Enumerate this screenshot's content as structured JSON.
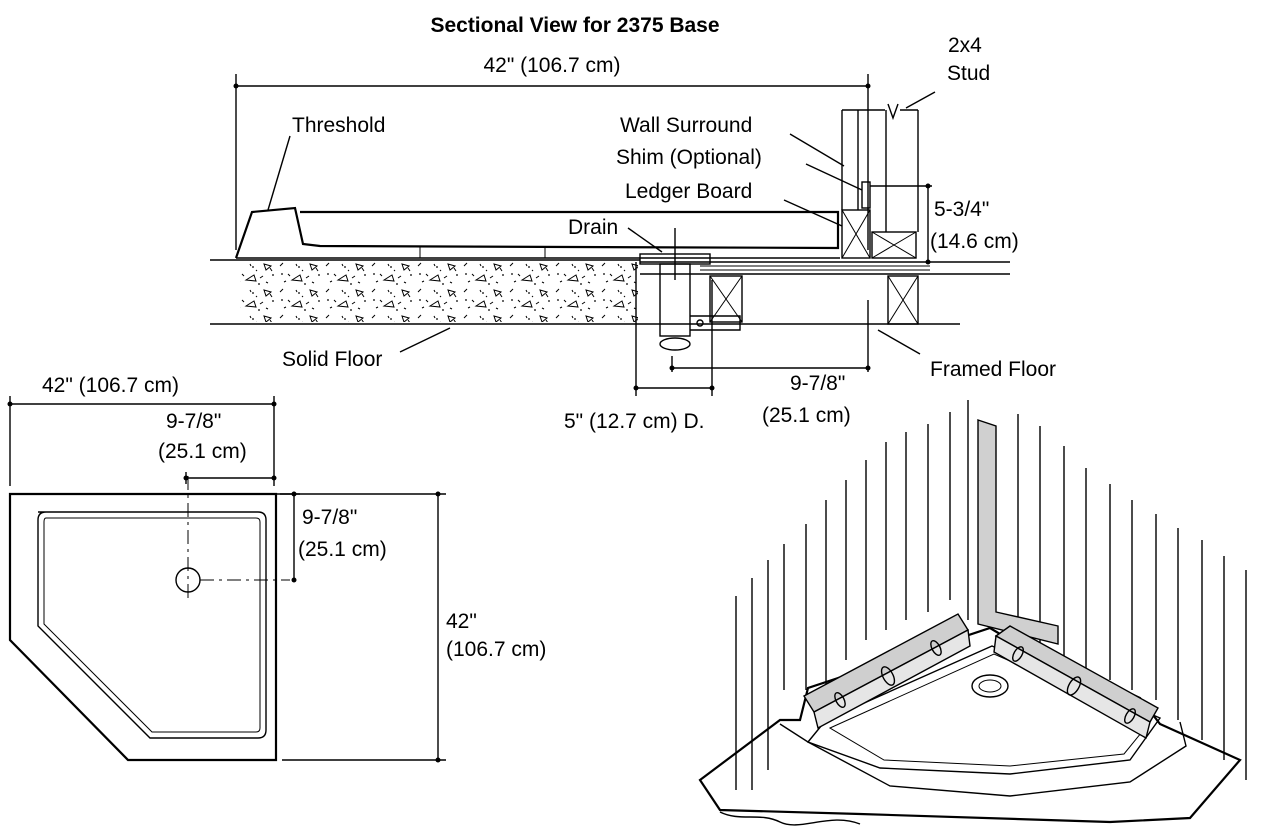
{
  "title": "Sectional View for 2375 Base",
  "section_view": {
    "overall_width": "42\" (106.7 cm)",
    "stud_line1": "2x4",
    "stud_line2": "Stud",
    "threshold": "Threshold",
    "wall_surround": "Wall Surround",
    "shim": "Shim (Optional)",
    "ledger_board": "Ledger Board",
    "drain": "Drain",
    "height_line1": "5-3/4\"",
    "height_line2": "(14.6 cm)",
    "solid_floor": "Solid Floor",
    "framed_floor": "Framed Floor",
    "drain_offset_line1": "9-7/8\"",
    "drain_offset_line2": "(25.1 cm)",
    "drain_diameter": "5\" (12.7 cm) D."
  },
  "plan_view": {
    "width": "42\" (106.7 cm)",
    "x_offset_line1": "9-7/8\"",
    "x_offset_line2": "(25.1 cm)",
    "y_offset_line1": "9-7/8\"",
    "y_offset_line2": "(25.1 cm)",
    "depth_line1": "42\"",
    "depth_line2": "(106.7 cm)"
  }
}
